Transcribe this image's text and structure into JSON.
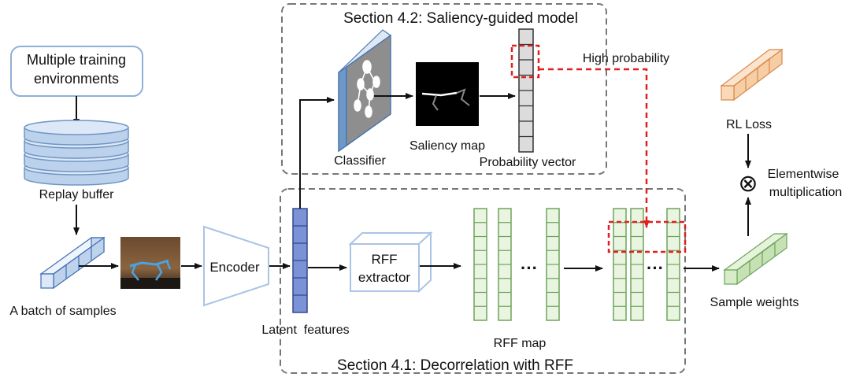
{
  "sections": {
    "saliency": "Section 4.2: Saliency-guided model",
    "decorrelation": "Section 4.1: Decorrelation with RFF"
  },
  "inputs": {
    "environments_line1": "Multiple training",
    "environments_line2": "environments",
    "replay_buffer": "Replay buffer",
    "batch": "A batch of samples"
  },
  "pipeline": {
    "encoder": "Encoder",
    "latent_features": "Latent  features",
    "rff_extractor_line1": "RFF",
    "rff_extractor_line2": "extractor",
    "rff_map": "RFF map",
    "ellipsis": "···",
    "sample_weights": "Sample weights"
  },
  "saliency_model": {
    "classifier": "Classifier",
    "saliency_map": "Saliency map",
    "probability_vector": "Probability vector",
    "high_probability": "High probability"
  },
  "loss": {
    "rl_loss": "RL Loss",
    "elementwise_line1": "Elementwise",
    "elementwise_line2": "multiplication",
    "operator_symbol": "⊗"
  },
  "colors": {
    "section_border": "#777777",
    "highlight_red": "#e02020",
    "env_border": "#8fb0d6",
    "db_fill": "#bcd2ec",
    "db_border": "#6f95c4",
    "batch_fill": "#dce8f7",
    "batch_border": "#3f6db0",
    "encoder_border": "#a9c4e4",
    "latent_fill": "#7b93d6",
    "latent_border": "#33498a",
    "rff_green_fill": "#e9f5e1",
    "rff_green_border": "#6ea35a",
    "weights_fill": "#c6e2b5",
    "loss_fill": "#f6cda4",
    "loss_border": "#d9894a",
    "prob_fill": "#dcdcdc",
    "classifier_fill": "#8e8e8e",
    "classifier_border": "#4a78b0",
    "saliency_bg": "#000000"
  },
  "icons": {
    "database": "database-cylinder-icon",
    "robot_frame": "robot-scene-thumbnail",
    "operator": "circle-times-icon"
  }
}
